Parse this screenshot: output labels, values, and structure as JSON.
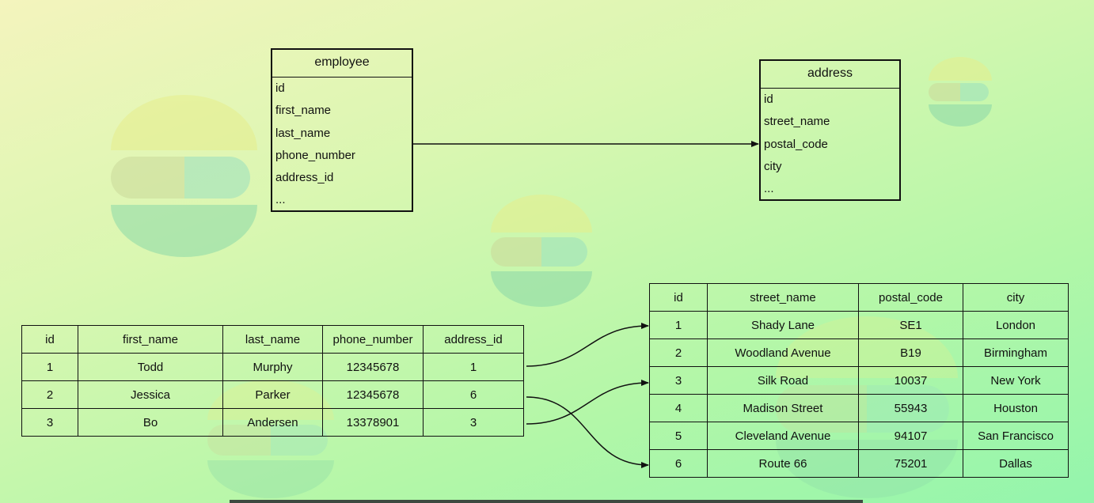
{
  "entities": {
    "employee": {
      "name": "employee",
      "attributes": [
        "id",
        "first_name",
        "last_name",
        "phone_number",
        "address_id",
        "..."
      ]
    },
    "address": {
      "name": "address",
      "attributes": [
        "id",
        "street_name",
        "postal_code",
        "city",
        "..."
      ]
    }
  },
  "employee_table": {
    "columns": [
      "id",
      "first_name",
      "last_name",
      "phone_number",
      "address_id"
    ],
    "rows": [
      [
        "1",
        "Todd",
        "Murphy",
        "12345678",
        "1"
      ],
      [
        "2",
        "Jessica",
        "Parker",
        "12345678",
        "6"
      ],
      [
        "3",
        "Bo",
        "Andersen",
        "13378901",
        "3"
      ]
    ]
  },
  "address_table": {
    "columns": [
      "id",
      "street_name",
      "postal_code",
      "city"
    ],
    "rows": [
      [
        "1",
        "Shady Lane",
        "SE1",
        "London"
      ],
      [
        "2",
        "Woodland Avenue",
        "B19",
        "Birmingham"
      ],
      [
        "3",
        "Silk Road",
        "10037",
        "New York"
      ],
      [
        "4",
        "Madison Street",
        "55943",
        "Houston"
      ],
      [
        "5",
        "Cleveland Avenue",
        "94107",
        "San Francisco"
      ],
      [
        "6",
        "Route 66",
        "75201",
        "Dallas"
      ]
    ]
  },
  "colors": {
    "line": "#111111",
    "background_start": "#f4f4bd",
    "background_end": "#93f5ac"
  }
}
